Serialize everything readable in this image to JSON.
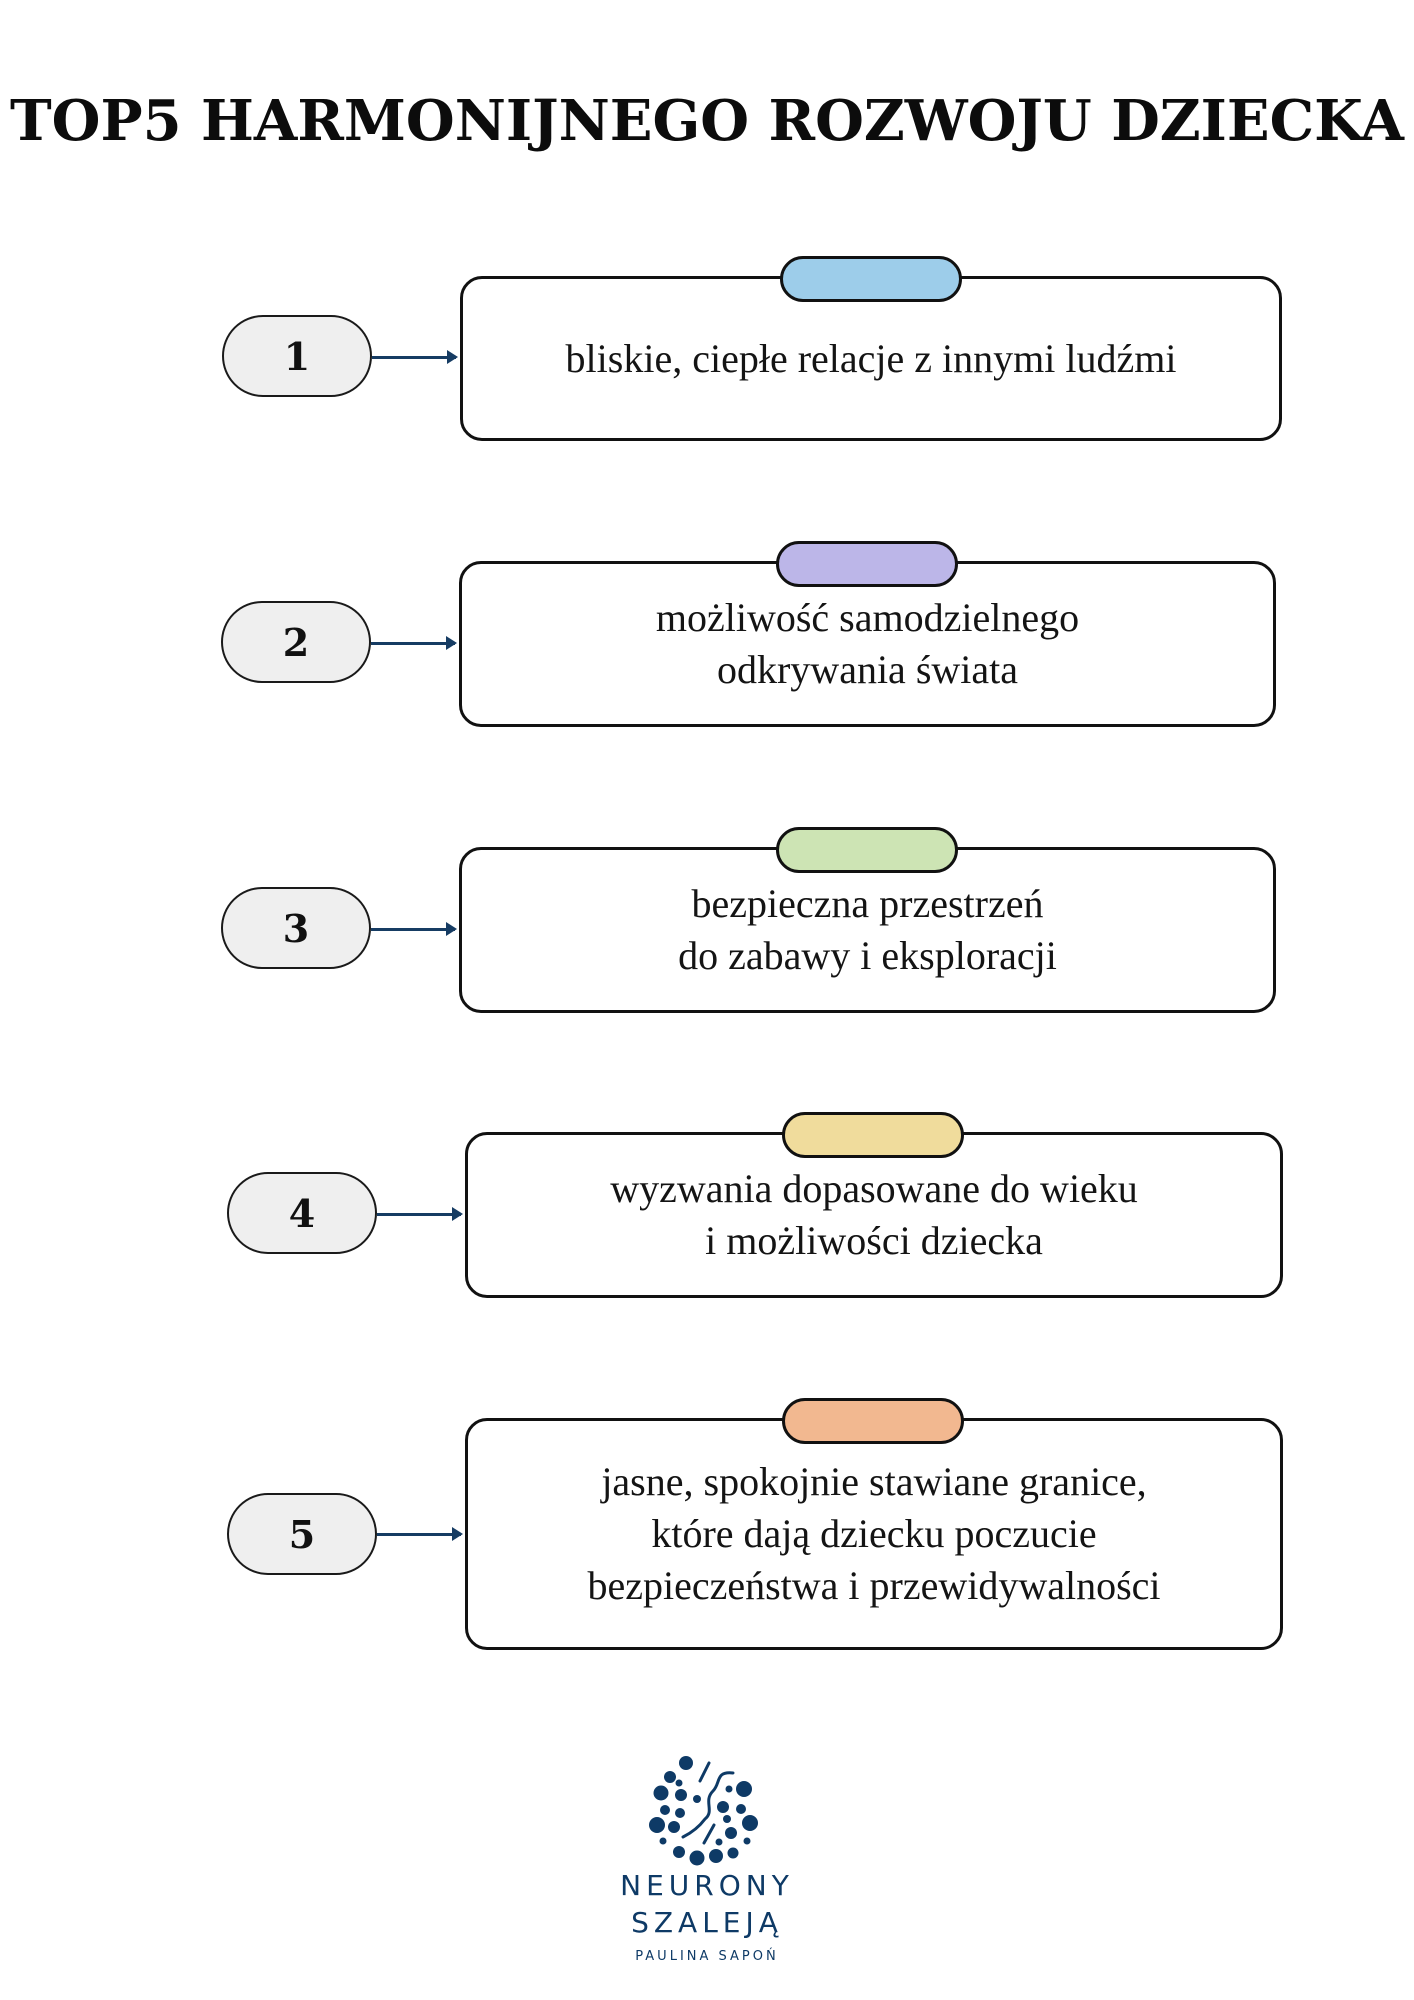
{
  "title": "TOP5 HARMONIJNEGO ROZWOJU DZIECKA",
  "items": [
    {
      "number": "1",
      "text": "bliskie, ciepłe relacje z innymi ludźmi",
      "tag_color": "#9dcdea"
    },
    {
      "number": "2",
      "text": "możliwość samodzielnego\nodkrywania świata",
      "tag_color": "#bcb6e8"
    },
    {
      "number": "3",
      "text": "bezpieczna przestrzeń\ndo zabawy i eksploracji",
      "tag_color": "#cde4b4"
    },
    {
      "number": "4",
      "text": "wyzwania dopasowane do wieku\ni możliwości dziecka",
      "tag_color": "#f0dc9c"
    },
    {
      "number": "5",
      "text": "jasne, spokojnie stawiane granice,\nktóre dają dziecku poczucie\nbezpieczeństwa i przewidywalności",
      "tag_color": "#f2b890"
    }
  ],
  "logo": {
    "icon": "neurons-dots-icon",
    "line1": "NEURONY",
    "line2": "SZALEJĄ",
    "line3": "PAULINA SAPOŃ",
    "color": "#0e3a66"
  }
}
